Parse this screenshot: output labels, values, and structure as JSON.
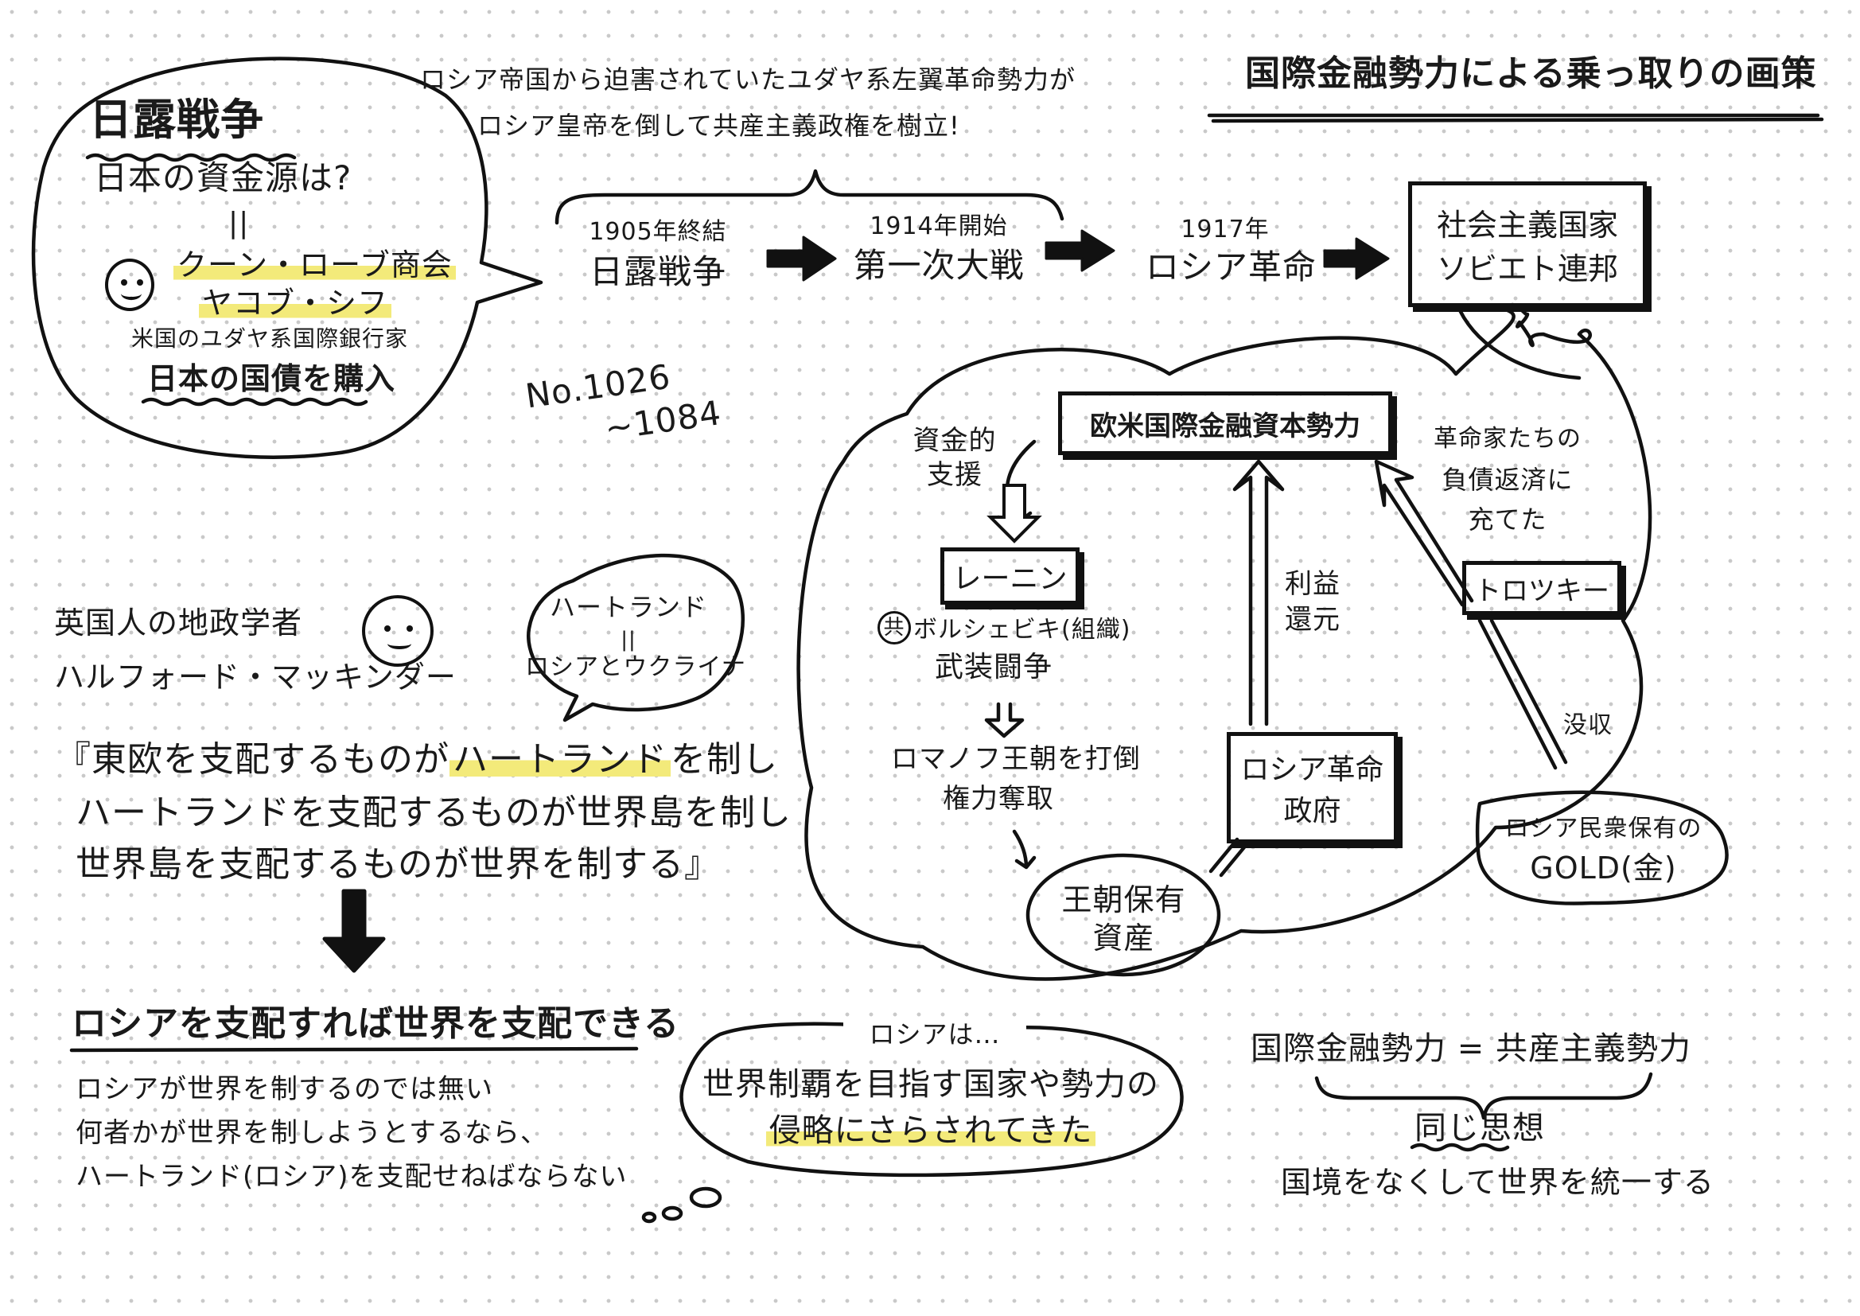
{
  "title": "国際金融勢力による乗っ取りの画策",
  "top_note": {
    "line1": "ロシア帝国から迫害されていたユダヤ系左翼革命勢力が",
    "line2": "ロシア皇帝を倒して共産主義政権を樹立!"
  },
  "russo_japanese_bubble": {
    "heading": "日露戦争",
    "question": "日本の資金源は?",
    "equals": "||",
    "firm": "クーン・ローブ商会",
    "person": "ヤコブ・シフ",
    "role": "米国のユダヤ系国際銀行家",
    "action": "日本の国債を購入"
  },
  "timeline": [
    {
      "year": "1905年終結",
      "event": "日露戦争"
    },
    {
      "year": "1914年開始",
      "event": "第一次大戦"
    },
    {
      "year": "1917年",
      "event": "ロシア革命"
    },
    {
      "year": "",
      "event_line1": "社会主義国家",
      "event_line2": "ソビエト連邦"
    }
  ],
  "page_no": {
    "line1": "No.1026",
    "line2": "~1084"
  },
  "cloud": {
    "capital": "欧米国際金融資本勢力",
    "funding_line1": "資金的",
    "funding_line2": "支援",
    "lenin": "レーニン",
    "kyou_mark": "共",
    "bolshevik": "ボルシェビキ(組織)",
    "armed": "武装闘争",
    "overthrow": "ロマノフ王朝を打倒",
    "seize": "権力奪取",
    "assets_line1": "王朝保有",
    "assets_line2": "資産",
    "profit_line1": "利益",
    "profit_line2": "還元",
    "revgov_line1": "ロシア革命",
    "revgov_line2": "政府",
    "debt_line1": "革命家たちの",
    "debt_line2": "負債返済に",
    "debt_line3": "充てた",
    "trotsky": "トロツキー",
    "confiscate": "没収",
    "gold_line1": "ロシア民衆保有の",
    "gold_line2": "GOLD(金)"
  },
  "mackinder": {
    "line1": "英国人の地政学者",
    "line2": "ハルフォード・マッキンダー",
    "bubble_line1": "ハートランド",
    "bubble_equals": "||",
    "bubble_line2": "ロシアとウクライナ",
    "quote_line1_a": "『東欧を支配するものが",
    "quote_line1_hl": "ハートランド",
    "quote_line1_b": "を制し",
    "quote_line2": "ハートランドを支配するものが世界島を制し",
    "quote_line3": "世界島を支配するものが世界を制する』"
  },
  "conclusion": {
    "heading": "ロシアを支配すれば世界を支配できる",
    "line1": "ロシアが世界を制するのでは無い",
    "line2": "何者かが世界を制しようとするなら、",
    "line3": "ハートランド(ロシア)を支配せねばならない"
  },
  "thought_bubble": {
    "title": "ロシアは…",
    "line1": "世界制覇を目指す国家や勢力の",
    "line2": "侵略にさらされてきた"
  },
  "equation": {
    "text": "国際金融勢力 = 共産主義勢力",
    "same": "同じ思想",
    "result": "国境をなくして世界を統一する"
  },
  "colors": {
    "ink": "#1a1a1a",
    "highlight": "#f3ea7a",
    "dots": "#c9c9c9"
  }
}
